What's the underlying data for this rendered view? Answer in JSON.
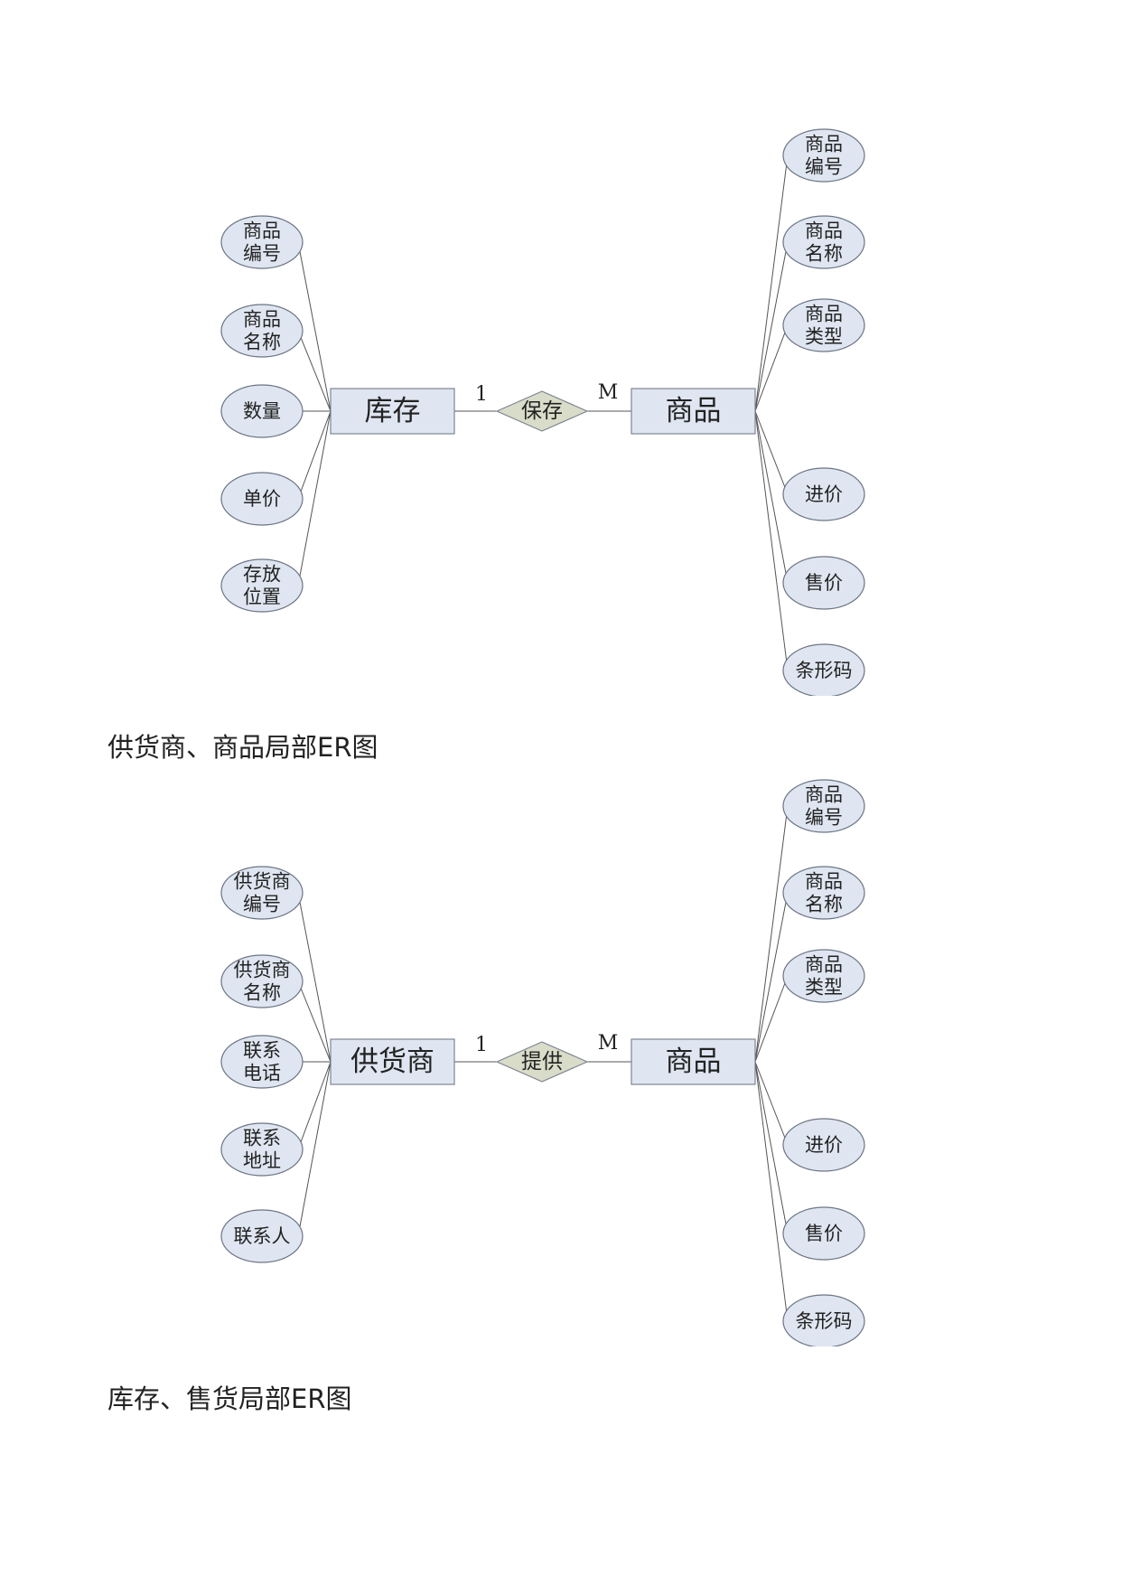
{
  "diagrams": [
    {
      "left_entity": "库存",
      "relationship": "保存",
      "right_entity": "商品",
      "left_cardinality": "1",
      "right_cardinality": "M",
      "left_attributes": [
        [
          "商品",
          "编号"
        ],
        [
          "商品",
          "名称"
        ],
        [
          "数量"
        ],
        [
          "单价"
        ],
        [
          "存放",
          "位置"
        ]
      ],
      "right_attributes": [
        [
          "商品",
          "编号"
        ],
        [
          "商品",
          "名称"
        ],
        [
          "商品",
          "类型"
        ],
        [
          "进价"
        ],
        [
          "售价"
        ],
        [
          "条形码"
        ]
      ]
    },
    {
      "left_entity": "供货商",
      "relationship": "提供",
      "right_entity": "商品",
      "left_cardinality": "1",
      "right_cardinality": "M",
      "left_attributes": [
        [
          "供货商",
          "编号"
        ],
        [
          "供货商",
          "名称"
        ],
        [
          "联系",
          "电话"
        ],
        [
          "联系",
          "地址"
        ],
        [
          "联系人"
        ]
      ],
      "right_attributes": [
        [
          "商品",
          "编号"
        ],
        [
          "商品",
          "名称"
        ],
        [
          "商品",
          "类型"
        ],
        [
          "进价"
        ],
        [
          "售价"
        ],
        [
          "条形码"
        ]
      ]
    }
  ],
  "captions": [
    "供货商、商品局部ER图",
    "库存、售货局部ER图"
  ]
}
